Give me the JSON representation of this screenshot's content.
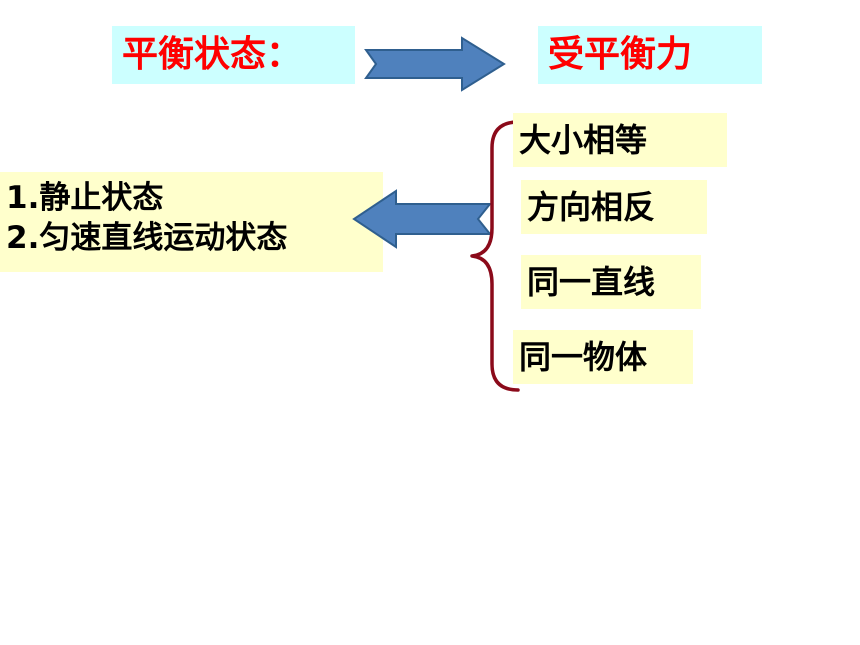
{
  "top": {
    "left_label": "平衡状态：",
    "right_label": "受平衡力"
  },
  "conditions": [
    "大小相等",
    "方向相反",
    "同一直线",
    "同一物体"
  ],
  "states": [
    "1.静止状态",
    "2.匀速直线运动状态"
  ],
  "colors": {
    "title_text": "#ff0000",
    "title_bg": "#ccffff",
    "note_bg": "#ffffcc",
    "arrow_fill": "#4f81bd",
    "arrow_stroke": "#2f5f8f",
    "brace": "#8b0a1a"
  }
}
